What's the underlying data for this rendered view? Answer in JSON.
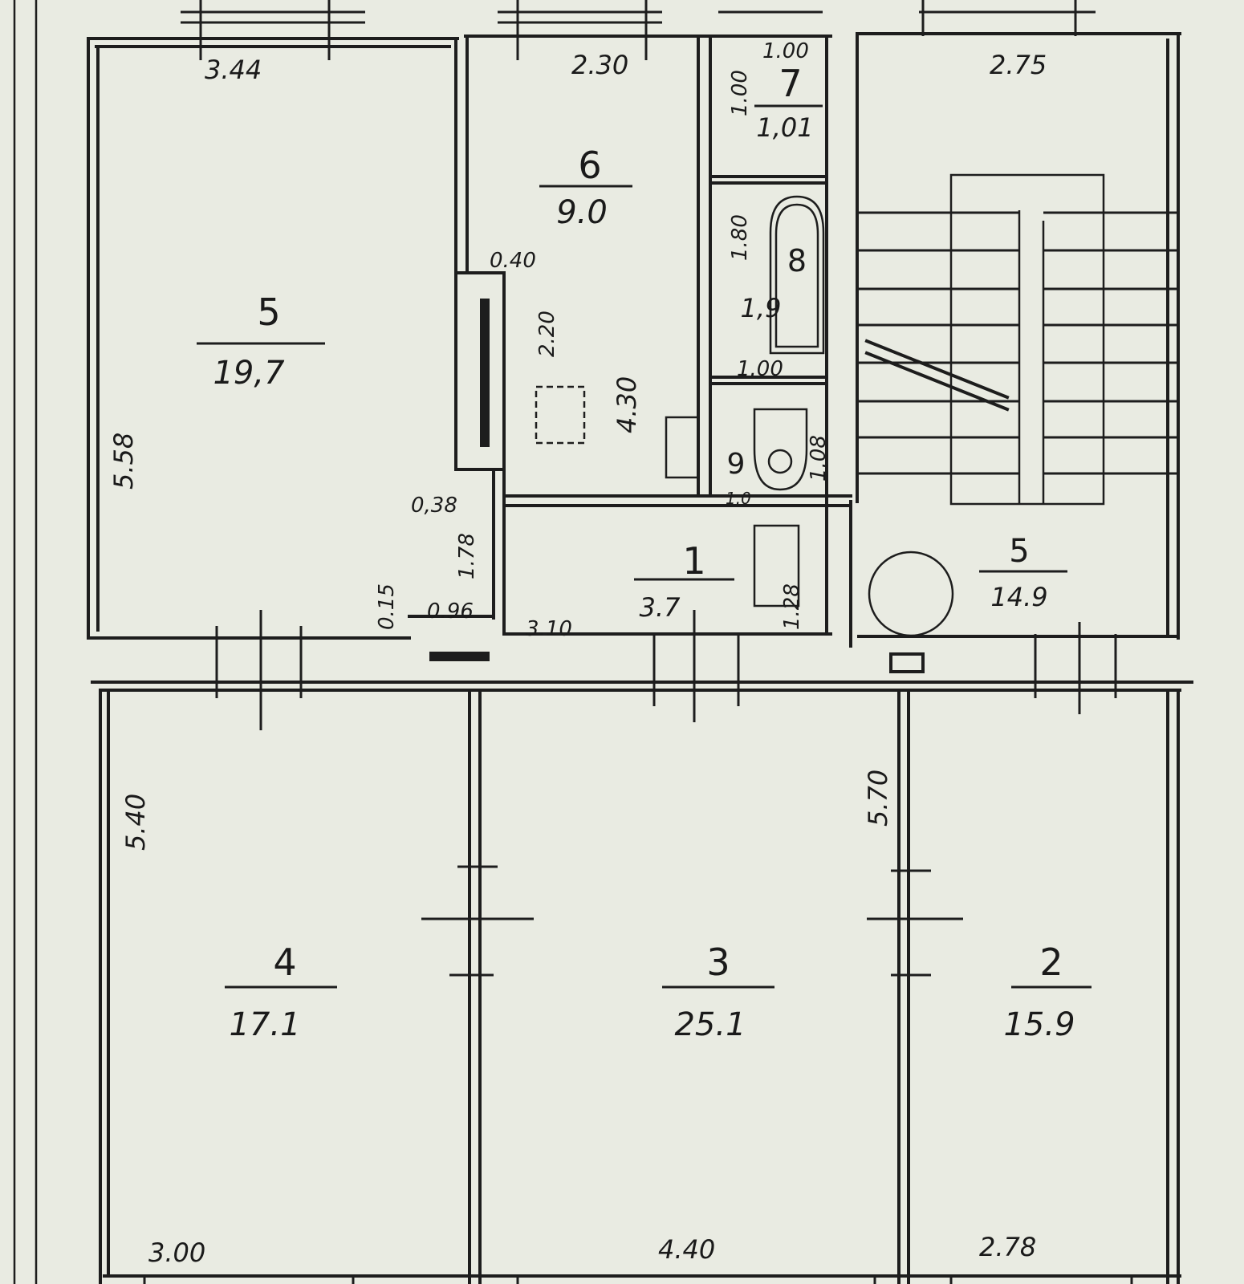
{
  "plan": {
    "rooms": [
      {
        "id": "room-5-top-left",
        "number": "5",
        "area": "19,7"
      },
      {
        "id": "room-6",
        "number": "6",
        "area": "9.0"
      },
      {
        "id": "room-7",
        "number": "7",
        "area": "1,01"
      },
      {
        "id": "room-8",
        "number": "8",
        "area": "1,9"
      },
      {
        "id": "room-9",
        "number": "9",
        "area": ""
      },
      {
        "id": "room-1",
        "number": "1",
        "area": "3.7"
      },
      {
        "id": "room-5-stair",
        "number": "5",
        "area": "14.9"
      },
      {
        "id": "room-4",
        "number": "4",
        "area": "17.1"
      },
      {
        "id": "room-3",
        "number": "3",
        "area": "25.1"
      },
      {
        "id": "room-2",
        "number": "2",
        "area": "15.9"
      }
    ],
    "dimensions": {
      "top_left": "3.44",
      "top_mid": "2.30",
      "top_right": "2.75",
      "room7_width": "1.00",
      "room7_height": "1.00",
      "room8_height": "1.80",
      "room8_width": "1.00",
      "room9_height": "1.08",
      "room9_width": "1.0",
      "closet_width": "0.40",
      "closet_height": "2.20",
      "room6_height": "4.30",
      "room5_height": "5.58",
      "hall_offset": "0,38",
      "hall_height": "1.78",
      "door_small": "0.15",
      "door_width": "0.96",
      "hall_width": "3.10",
      "room1_width": "1.28",
      "room4_height": "5.40",
      "room3_height": "5.70",
      "bottom_left": "3.00",
      "bottom_mid": "4.40",
      "bottom_right": "2.78"
    }
  }
}
